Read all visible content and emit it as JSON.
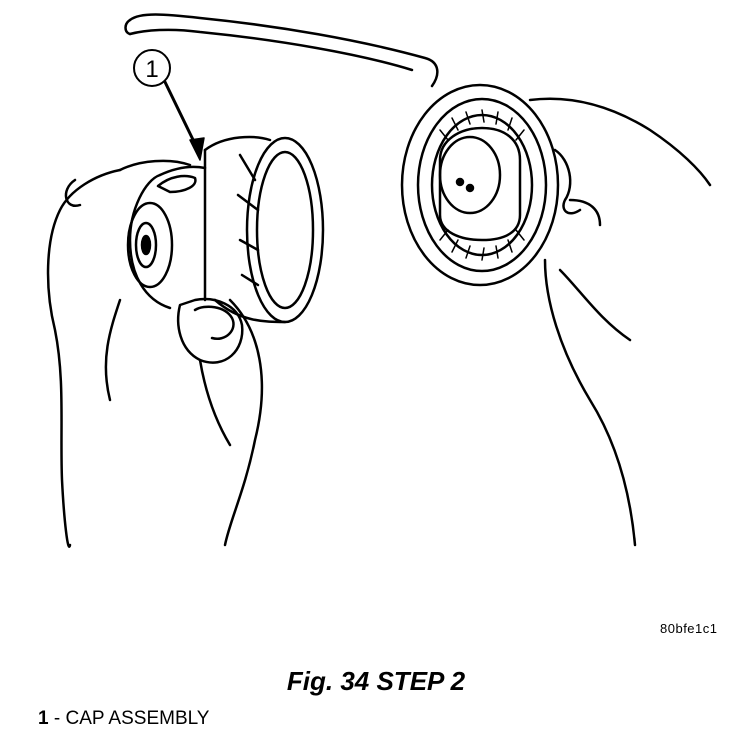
{
  "callout": {
    "number": "1"
  },
  "figure": {
    "ref_code": "80bfe1c1",
    "caption": "Fig. 34 STEP 2"
  },
  "legend": [
    {
      "number": "1",
      "separator": "-",
      "label": "CAP ASSEMBLY"
    }
  ]
}
